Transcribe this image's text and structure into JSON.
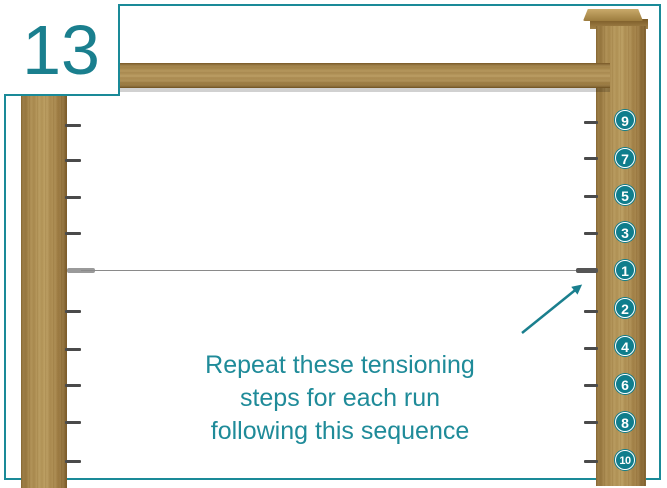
{
  "step": {
    "number": "13"
  },
  "instruction": {
    "lines": [
      "Repeat these tensioning",
      "steps for each run",
      "following this sequence"
    ]
  },
  "sequence": [
    "9",
    "7",
    "5",
    "3",
    "1",
    "2",
    "4",
    "6",
    "8",
    "10"
  ],
  "colors": {
    "accent": "#1a8a98",
    "badge": "#0f7d8c",
    "text": "#1f8b99",
    "wood": "#a8884c"
  }
}
